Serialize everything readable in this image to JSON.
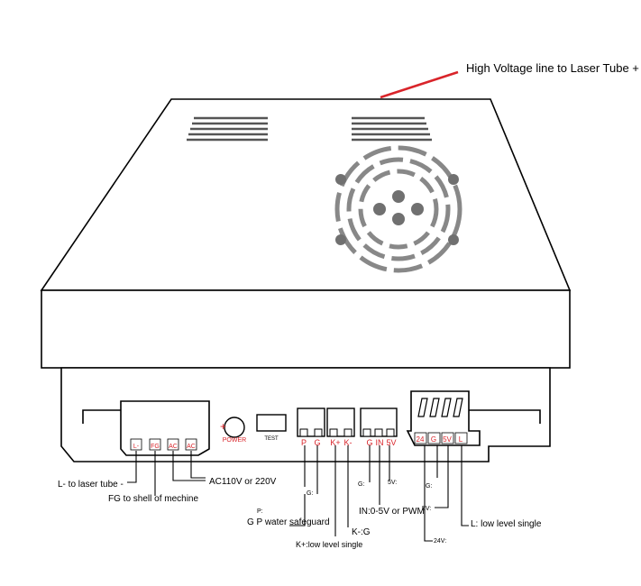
{
  "title_callout": "High Voltage line to Laser Tube +",
  "panel": {
    "power_symbol": "+",
    "power_label": "POWER",
    "test_label": "TEST",
    "ac_block_terminals": [
      "L-",
      "FG",
      "AC",
      "AC"
    ],
    "p_g_terminals": [
      "P",
      "G"
    ],
    "k_terminals": [
      "K+",
      "K-"
    ],
    "g_in_5v_terminals": [
      "G",
      "IN",
      "5V"
    ],
    "right_block_terminals": [
      "24",
      "G",
      "5V",
      "L"
    ]
  },
  "callouts": {
    "l_minus": "L- to laser tube -",
    "fg": "FG to shell of mechine",
    "ac": "AC110V or 220V",
    "g1": "G:",
    "p": "P:",
    "gp": "G P water safeguard",
    "k_minus": "K-:G",
    "k_plus": "K+:low level single",
    "g2": "G:",
    "five_v": "5V:",
    "in": "IN:0-5V or PWM",
    "g3": "G:",
    "five_v2": "5V:",
    "l": "L: low level single",
    "v24": "24V:"
  },
  "colors": {
    "line": "#000000",
    "red_text": "#d9242a",
    "hv_line": "#d9242a",
    "vent_gray": "#707070"
  }
}
